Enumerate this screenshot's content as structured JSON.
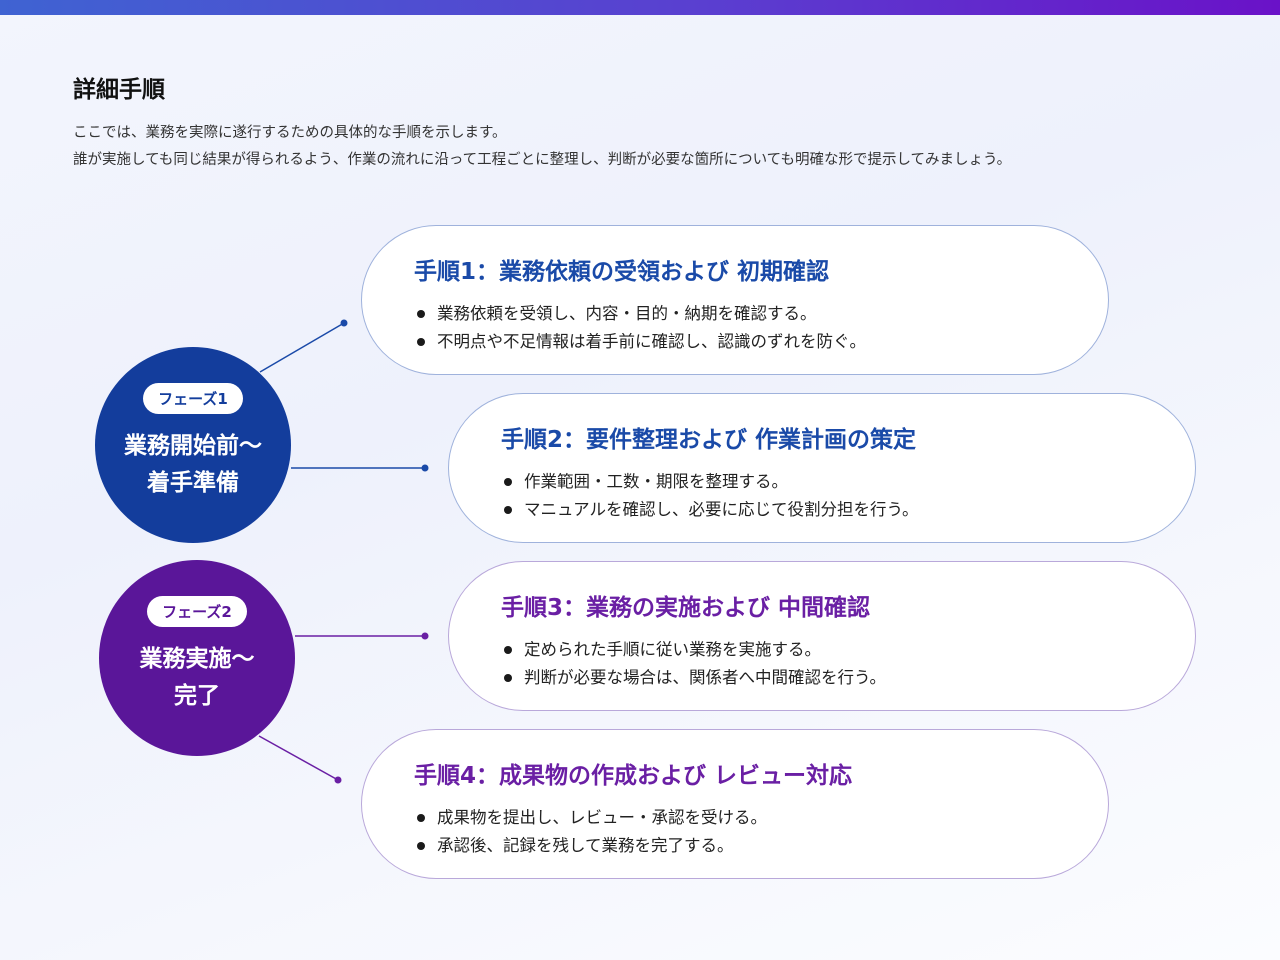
{
  "page": {
    "title": "詳細手順",
    "intro": [
      "ここでは、業務を実際に遂行するための具体的な手順を示します。",
      "誰が実施しても同じ結果が得られるよう、作業の流れに沿って工程ごとに整理し、判断が必要な箇所についても明確な形で提示してみましょう。"
    ]
  },
  "phases": [
    {
      "badge": "フェーズ1",
      "name_line1": "業務開始前～",
      "name_line2": "着手準備",
      "color": "#133d9c"
    },
    {
      "badge": "フェーズ2",
      "name_line1": "業務実施～",
      "name_line2": "完了",
      "color": "#5a1699"
    }
  ],
  "steps": [
    {
      "title": "手順1：業務依頼の受領および 初期確認",
      "bullets": [
        "業務依頼を受領し、内容・目的・納期を確認する。",
        "不明点や不足情報は着手前に確認し、認識のずれを防ぐ。"
      ]
    },
    {
      "title": "手順2：要件整理および 作業計画の策定",
      "bullets": [
        "作業範囲・工数・期限を整理する。",
        "マニュアルを確認し、必要に応じて役割分担を行う。"
      ]
    },
    {
      "title": "手順3：業務の実施および 中間確認",
      "bullets": [
        "定められた手順に従い業務を実施する。",
        "判断が必要な場合は、関係者へ中間確認を行う。"
      ]
    },
    {
      "title": "手順4：成果物の作成および レビュー対応",
      "bullets": [
        "成果物を提出し、レビュー・承認を受ける。",
        "承認後、記録を残して業務を完了する。"
      ]
    }
  ],
  "colors": {
    "phase1": "#133d9c",
    "phase2": "#5a1699",
    "step_title_blue": "#1a4aa8",
    "step_title_purple": "#6a1fa4"
  }
}
